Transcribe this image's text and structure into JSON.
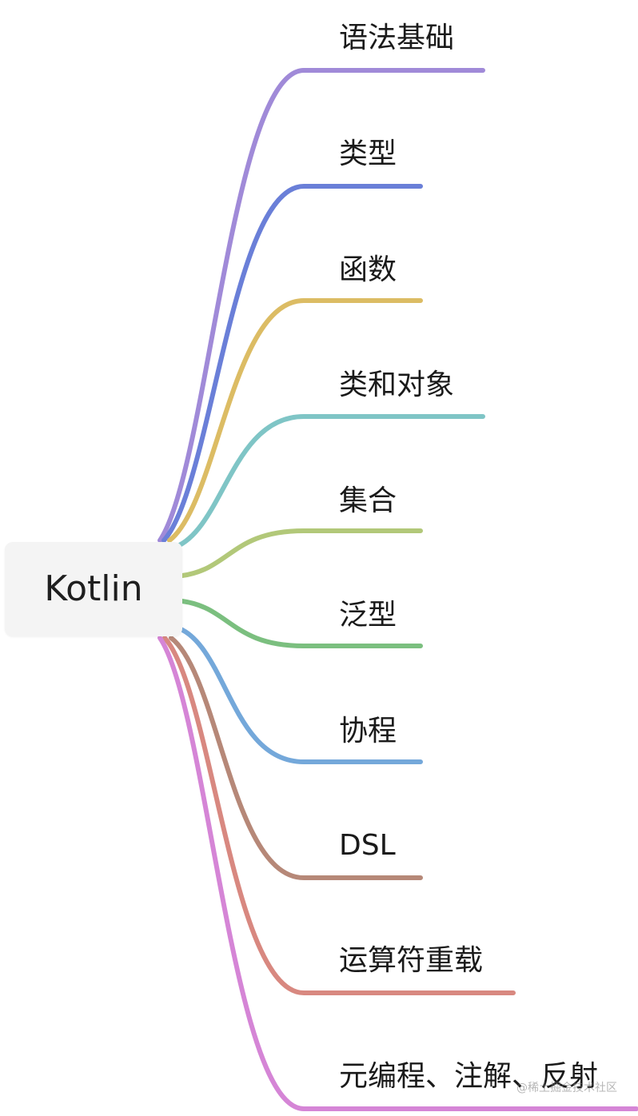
{
  "root": {
    "label": "Kotlin"
  },
  "branches": [
    {
      "label": "语法基础",
      "color": "#a08ad8"
    },
    {
      "label": "类型",
      "color": "#6a7fd8"
    },
    {
      "label": "函数",
      "color": "#dcbc64"
    },
    {
      "label": "类和对象",
      "color": "#7fc5c6"
    },
    {
      "label": "集合",
      "color": "#b2c879"
    },
    {
      "label": "泛型",
      "color": "#7bbf7f"
    },
    {
      "label": "协程",
      "color": "#74a8da"
    },
    {
      "label": "DSL",
      "color": "#b68878"
    },
    {
      "label": "运算符重载",
      "color": "#d88880"
    },
    {
      "label": "元编程、注解、反射",
      "color": "#d585d6"
    }
  ],
  "watermark": "@稀土掘金技术社区"
}
